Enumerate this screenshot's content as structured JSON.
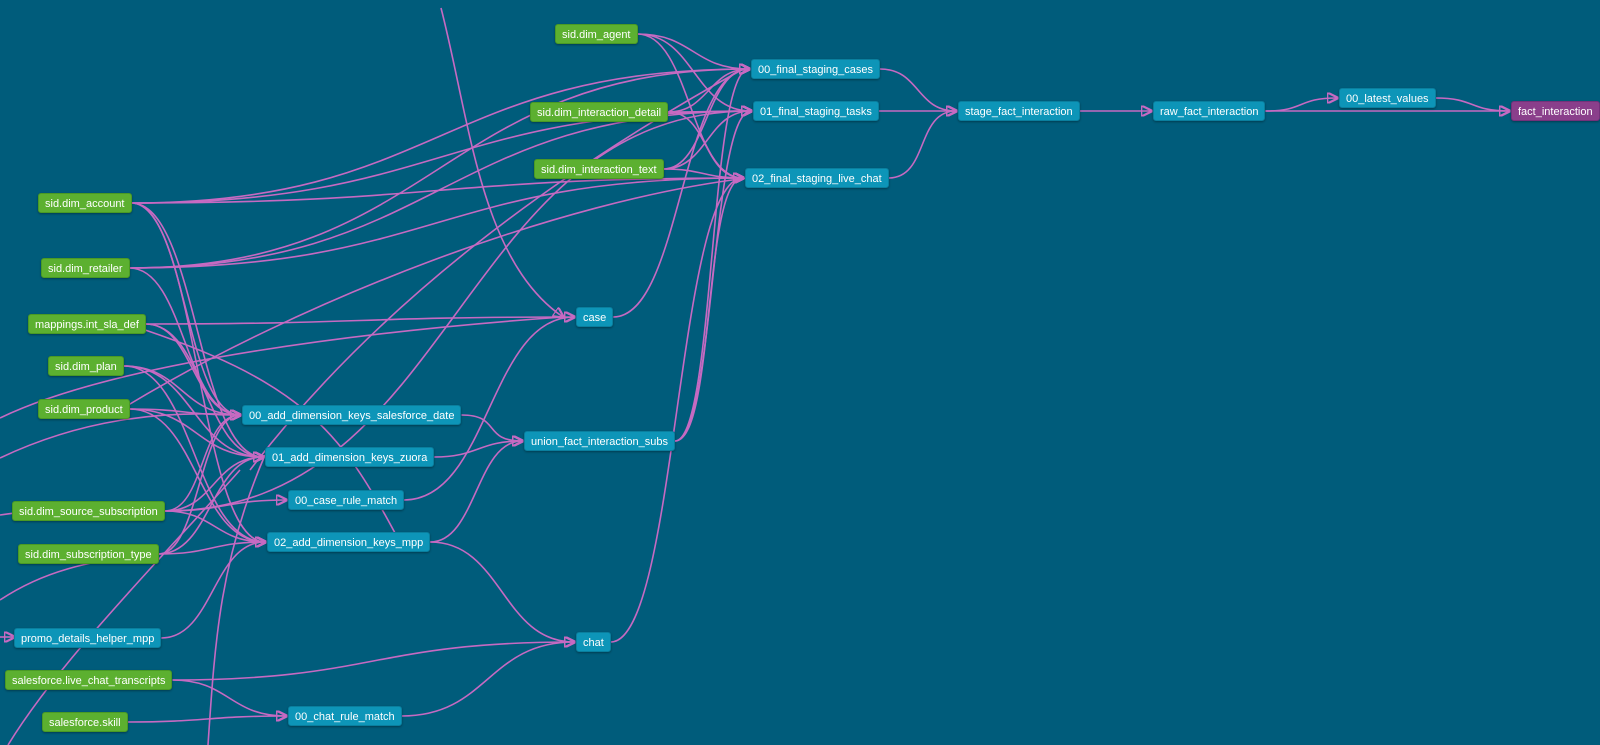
{
  "colors": {
    "background": "#005c7b",
    "source_node": "#5cb030",
    "model_node": "#0d95b8",
    "final_node": "#8a3f8b",
    "edge": "#c66ac2"
  },
  "nodes": [
    {
      "id": "n_agent",
      "label": "sid.dim_agent",
      "kind": "source"
    },
    {
      "id": "n_inter_detail",
      "label": "sid.dim_interaction_detail",
      "kind": "source"
    },
    {
      "id": "n_inter_text",
      "label": "sid.dim_interaction_text",
      "kind": "source"
    },
    {
      "id": "n_account",
      "label": "sid.dim_account",
      "kind": "source"
    },
    {
      "id": "n_retailer",
      "label": "sid.dim_retailer",
      "kind": "source"
    },
    {
      "id": "n_sla",
      "label": "mappings.int_sla_def",
      "kind": "source"
    },
    {
      "id": "n_plan",
      "label": "sid.dim_plan",
      "kind": "source"
    },
    {
      "id": "n_product",
      "label": "sid.dim_product",
      "kind": "source"
    },
    {
      "id": "n_src_sub",
      "label": "sid.dim_source_subscription",
      "kind": "source"
    },
    {
      "id": "n_sub_type",
      "label": "sid.dim_subscription_type",
      "kind": "source"
    },
    {
      "id": "n_promo",
      "label": "promo_details_helper_mpp",
      "kind": "model"
    },
    {
      "id": "n_transcripts",
      "label": "salesforce.live_chat_transcripts",
      "kind": "source"
    },
    {
      "id": "n_skill",
      "label": "salesforce.skill",
      "kind": "source"
    },
    {
      "id": "n_fs_cases",
      "label": "00_final_staging_cases",
      "kind": "model"
    },
    {
      "id": "n_fs_tasks",
      "label": "01_final_staging_tasks",
      "kind": "model"
    },
    {
      "id": "n_fs_chat",
      "label": "02_final_staging_live_chat",
      "kind": "model"
    },
    {
      "id": "n_stage",
      "label": "stage_fact_interaction",
      "kind": "model"
    },
    {
      "id": "n_raw",
      "label": "raw_fact_interaction",
      "kind": "model"
    },
    {
      "id": "n_latest",
      "label": "00_latest_values",
      "kind": "model"
    },
    {
      "id": "n_fact",
      "label": "fact_interaction",
      "kind": "exposure"
    },
    {
      "id": "n_case",
      "label": "case",
      "kind": "model"
    },
    {
      "id": "n_adk_sf",
      "label": "00_add_dimension_keys_salesforce_date",
      "kind": "model"
    },
    {
      "id": "n_adk_zuora",
      "label": "01_add_dimension_keys_zuora",
      "kind": "model"
    },
    {
      "id": "n_case_rule",
      "label": "00_case_rule_match",
      "kind": "model"
    },
    {
      "id": "n_adk_mpp",
      "label": "02_add_dimension_keys_mpp",
      "kind": "model"
    },
    {
      "id": "n_union",
      "label": "union_fact_interaction_subs",
      "kind": "model"
    },
    {
      "id": "n_chat",
      "label": "chat",
      "kind": "model"
    },
    {
      "id": "n_chat_rule",
      "label": "00_chat_rule_match",
      "kind": "model"
    }
  ],
  "edges": [
    [
      "n_agent",
      "n_fs_cases"
    ],
    [
      "n_agent",
      "n_fs_tasks"
    ],
    [
      "n_agent",
      "n_fs_chat"
    ],
    [
      "n_inter_detail",
      "n_fs_cases"
    ],
    [
      "n_inter_detail",
      "n_fs_tasks"
    ],
    [
      "n_inter_detail",
      "n_fs_chat"
    ],
    [
      "n_inter_text",
      "n_fs_cases"
    ],
    [
      "n_inter_text",
      "n_fs_tasks"
    ],
    [
      "n_inter_text",
      "n_fs_chat"
    ],
    [
      "n_account",
      "n_fs_cases"
    ],
    [
      "n_account",
      "n_fs_tasks"
    ],
    [
      "n_account",
      "n_fs_chat"
    ],
    [
      "n_account",
      "n_adk_sf"
    ],
    [
      "n_account",
      "n_adk_zuora"
    ],
    [
      "n_account",
      "n_adk_mpp"
    ],
    [
      "n_retailer",
      "n_fs_cases"
    ],
    [
      "n_retailer",
      "n_fs_tasks"
    ],
    [
      "n_retailer",
      "n_fs_chat"
    ],
    [
      "n_retailer",
      "n_adk_sf"
    ],
    [
      "n_sla",
      "n_case"
    ],
    [
      "n_sla",
      "n_adk_sf"
    ],
    [
      "n_sla",
      "n_adk_zuora"
    ],
    [
      "n_plan",
      "n_adk_sf"
    ],
    [
      "n_plan",
      "n_adk_zuora"
    ],
    [
      "n_plan",
      "n_adk_mpp"
    ],
    [
      "n_product",
      "n_adk_sf"
    ],
    [
      "n_product",
      "n_adk_zuora"
    ],
    [
      "n_product",
      "n_adk_mpp"
    ],
    [
      "n_src_sub",
      "n_adk_sf"
    ],
    [
      "n_src_sub",
      "n_adk_zuora"
    ],
    [
      "n_src_sub",
      "n_case_rule"
    ],
    [
      "n_src_sub",
      "n_adk_mpp"
    ],
    [
      "n_src_sub",
      "n_fs_tasks"
    ],
    [
      "n_sub_type",
      "n_adk_sf"
    ],
    [
      "n_sub_type",
      "n_adk_zuora"
    ],
    [
      "n_sub_type",
      "n_adk_mpp"
    ],
    [
      "n_promo",
      "n_adk_mpp"
    ],
    [
      "n_transcripts",
      "n_chat"
    ],
    [
      "n_transcripts",
      "n_chat_rule"
    ],
    [
      "n_skill",
      "n_chat_rule"
    ],
    [
      "n_adk_sf",
      "n_union"
    ],
    [
      "n_adk_zuora",
      "n_union"
    ],
    [
      "n_adk_mpp",
      "n_union"
    ],
    [
      "n_case_rule",
      "n_case"
    ],
    [
      "n_chat_rule",
      "n_chat"
    ],
    [
      "n_adk_mpp",
      "n_chat"
    ],
    [
      "n_case",
      "n_fs_cases"
    ],
    [
      "n_chat",
      "n_fs_chat"
    ],
    [
      "n_union",
      "n_fs_cases"
    ],
    [
      "n_union",
      "n_fs_tasks"
    ],
    [
      "n_union",
      "n_fs_chat"
    ],
    [
      "n_fs_cases",
      "n_stage"
    ],
    [
      "n_fs_tasks",
      "n_stage"
    ],
    [
      "n_fs_chat",
      "n_stage"
    ],
    [
      "n_stage",
      "n_raw"
    ],
    [
      "n_raw",
      "n_latest"
    ],
    [
      "n_raw",
      "n_fact"
    ],
    [
      "n_latest",
      "n_fact"
    ]
  ]
}
